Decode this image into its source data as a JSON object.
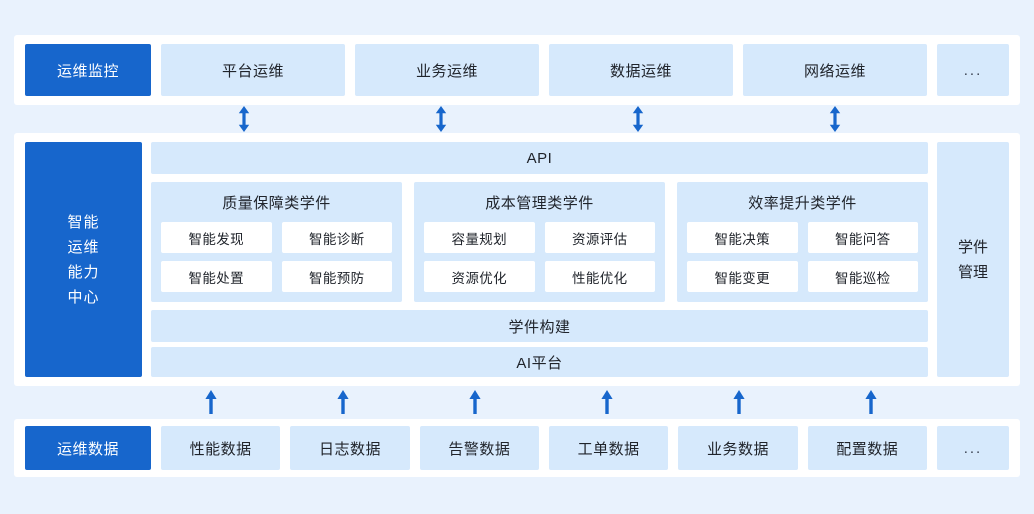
{
  "theme": {
    "page_background": "#e9f2fd",
    "card_background": "#ffffff",
    "accent_blue": "#1766cc",
    "chip_blue": "#d6e9fc",
    "text_dark": "#20242b",
    "text_light": "#ffffff",
    "arrow_color": "#1766cc"
  },
  "top_row": {
    "lead": {
      "label": "运维监控"
    },
    "items": [
      {
        "label": "平台运维"
      },
      {
        "label": "业务运维"
      },
      {
        "label": "数据运维"
      },
      {
        "label": "网络运维"
      }
    ],
    "more": {
      "label": "..."
    }
  },
  "arrows_top": {
    "icon": "double-headed-vertical-arrow-icon",
    "count": 4
  },
  "middle": {
    "left_panel": {
      "label": "智能\n运维\n能力\n中心"
    },
    "right_panel": {
      "label": "学件\n管理"
    },
    "band_api": {
      "label": "API"
    },
    "band_build": {
      "label": "学件构建"
    },
    "band_ai": {
      "label": "AI平台"
    },
    "groups": [
      {
        "title": "质量保障类学件",
        "tiles": [
          "智能发现",
          "智能诊断",
          "智能处置",
          "智能预防"
        ]
      },
      {
        "title": "成本管理类学件",
        "tiles": [
          "容量规划",
          "资源评估",
          "资源优化",
          "性能优化"
        ]
      },
      {
        "title": "效率提升类学件",
        "tiles": [
          "智能决策",
          "智能问答",
          "智能变更",
          "智能巡检"
        ]
      }
    ]
  },
  "arrows_bottom": {
    "icon": "up-arrow-icon",
    "count": 6
  },
  "bottom_row": {
    "lead": {
      "label": "运维数据"
    },
    "items": [
      {
        "label": "性能数据"
      },
      {
        "label": "日志数据"
      },
      {
        "label": "告警数据"
      },
      {
        "label": "工单数据"
      },
      {
        "label": "业务数据"
      },
      {
        "label": "配置数据"
      }
    ],
    "more": {
      "label": "..."
    }
  }
}
